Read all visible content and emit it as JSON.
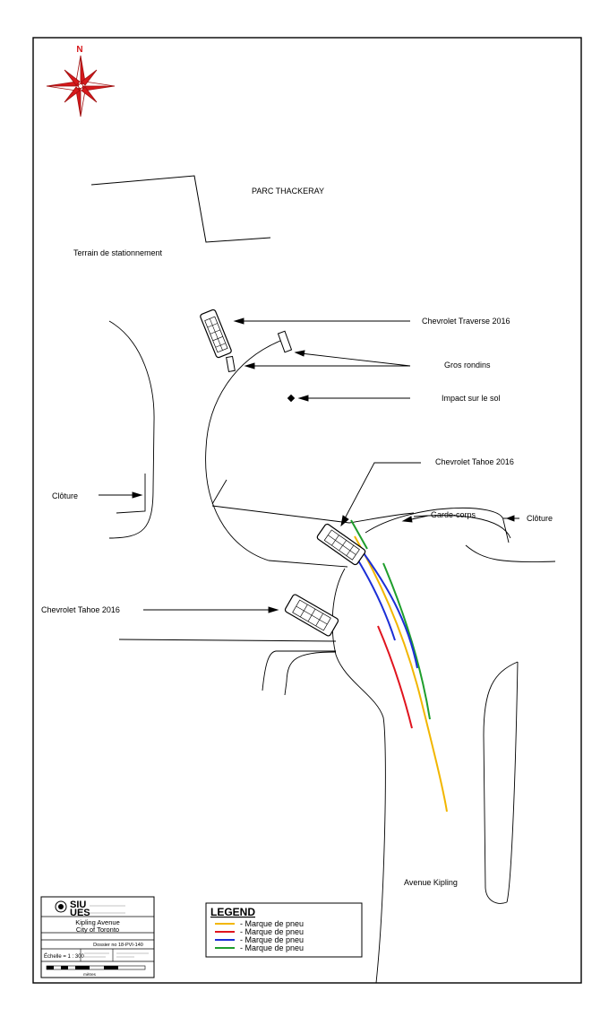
{
  "compass": {
    "north_letter": "N",
    "color": "#d7191c"
  },
  "map_labels": {
    "park": "PARC THACKERAY",
    "parking": "Terrain de stationnement",
    "fence_left": "Clôture",
    "fence_right": "Clôture",
    "guardrail": "Garde-corps",
    "street": "Avenue Kipling"
  },
  "callouts": {
    "traverse": "Chevrolet Traverse 2016",
    "logs": "Gros rondins",
    "impact": "Impact sur le sol",
    "tahoe_final": "Chevrolet Tahoe 2016",
    "tahoe_road": "Chevrolet Tahoe 2016"
  },
  "legend": {
    "title": "LEGEND",
    "items": [
      {
        "label": "-  Marque de pneu",
        "color": "#f2b600"
      },
      {
        "label": "-  Marque de pneu",
        "color": "#e0141e"
      },
      {
        "label": "-  Marque de pneu",
        "color": "#1b2ed6"
      },
      {
        "label": "-  Marque de pneu",
        "color": "#1e9e2c"
      }
    ]
  },
  "title_block": {
    "logo_top": "SIU",
    "logo_bottom": "UES",
    "location_line1": "Kipling Avenue",
    "location_line2": "City of Toronto",
    "dossier": "Dossier no 18-PVI-140",
    "scale": "Échelle = 1 : 300",
    "scale_unit": "mètres"
  }
}
